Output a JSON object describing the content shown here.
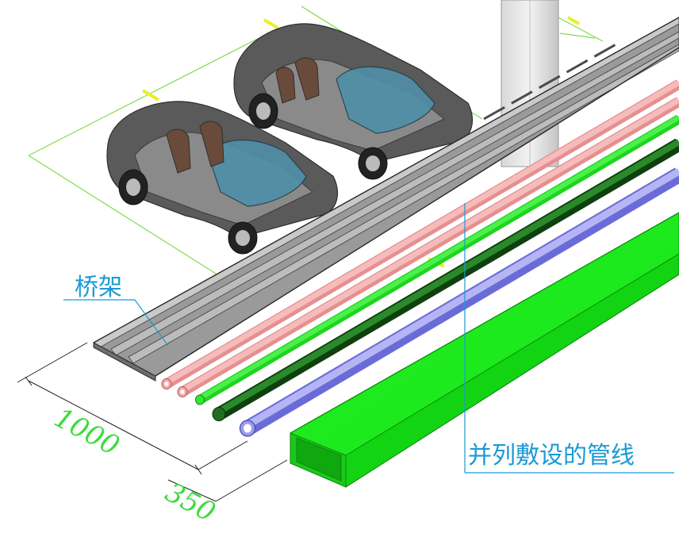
{
  "labels": {
    "tray": "桥架",
    "parallel_pipes": "并列敷设的管线"
  },
  "dimensions": {
    "overall": "1000",
    "spacing": "350"
  },
  "colors": {
    "tray": "#8c8c8c",
    "pipe_pink": "#f4a9a9",
    "pipe_light_green": "#33e633",
    "pipe_dark_green": "#1f6e1f",
    "pipe_blue": "#9b9bf0",
    "duct_green": "#22f022",
    "label_blue": "#1a9ad6",
    "dimension_green": "#3ddc3d"
  },
  "objects": {
    "cars": [
      "car-1",
      "car-2"
    ],
    "pipes": [
      "pink-pipe",
      "pink-pipe",
      "light-green-pipe",
      "dark-green-pipe",
      "blue-pipe"
    ],
    "duct": "green-rectangular-duct",
    "column": "concrete-column"
  }
}
